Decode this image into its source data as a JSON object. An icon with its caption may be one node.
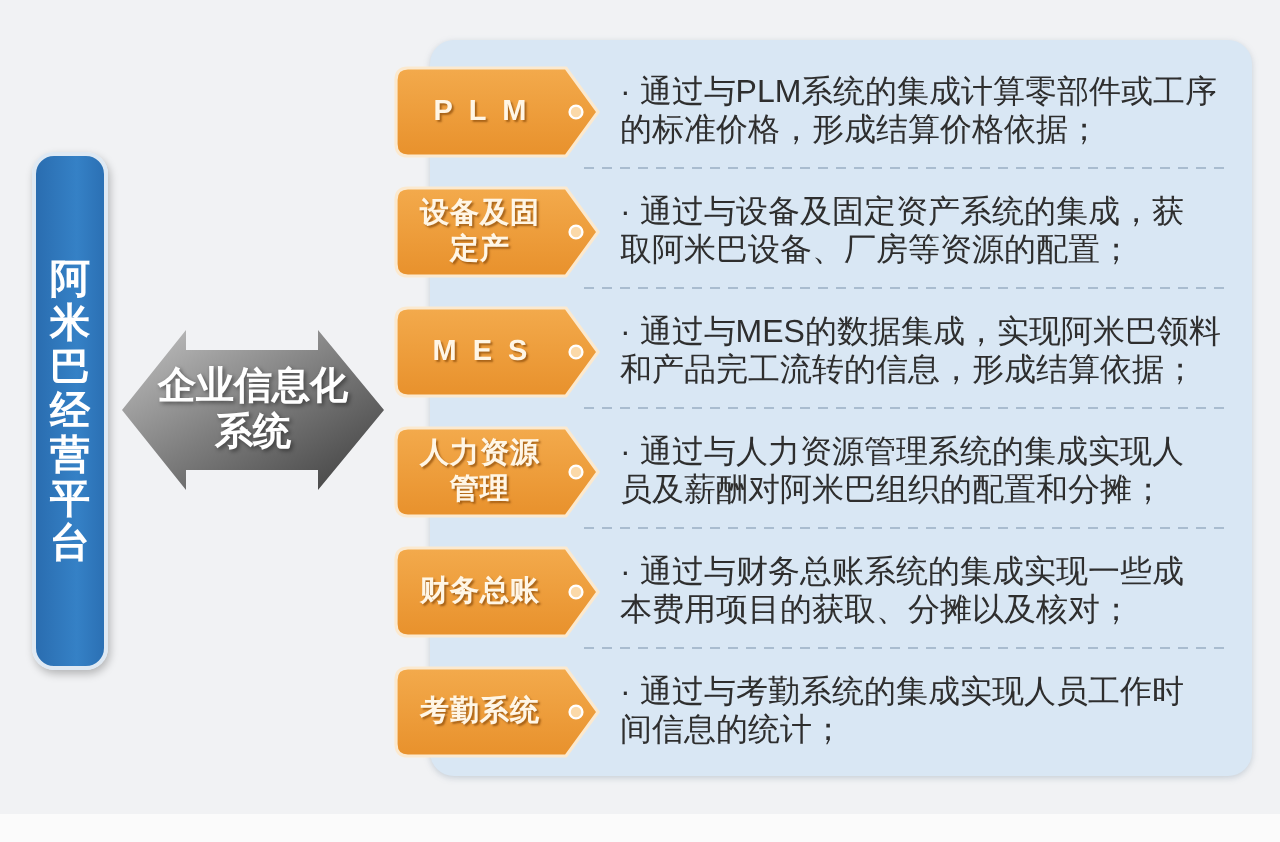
{
  "diagram": {
    "nodes": [
      {
        "text": [
          "阿米巴经营平台"
        ]
      },
      {
        "text": [
          "企业信息化系统"
        ]
      },
      {
        "text": [
          "PLM"
        ],
        "beside": [
          "· 通过与PLM系统的集成计算零部件或工序的标准价格，形成结算价格依据；"
        ]
      },
      {
        "text": [
          "设备及固定产"
        ],
        "beside": [
          "· 通过与设备及固定资产系统的集成，获取阿米巴设备、厂房等资源的配置；"
        ]
      },
      {
        "text": [
          "MES"
        ],
        "beside": [
          "· 通过与MES的数据集成，实现阿米巴领料和产品完工流转的信息，形成结算依据；"
        ]
      },
      {
        "text": [
          "人力资源管理"
        ],
        "beside": [
          "· 通过与人力资源管理系统的集成实现人员及薪酬对阿米巴组织的配置和分摊；"
        ]
      },
      {
        "text": [
          "财务总账"
        ],
        "beside": [
          "· 通过与财务总账系统的集成实现一些成本费用项目的获取、分摊以及核对；"
        ]
      },
      {
        "text": [
          "考勤系统"
        ],
        "beside": [
          "· 通过与考勤系统的集成实现人员工作时间信息的统计；"
        ]
      }
    ]
  }
}
